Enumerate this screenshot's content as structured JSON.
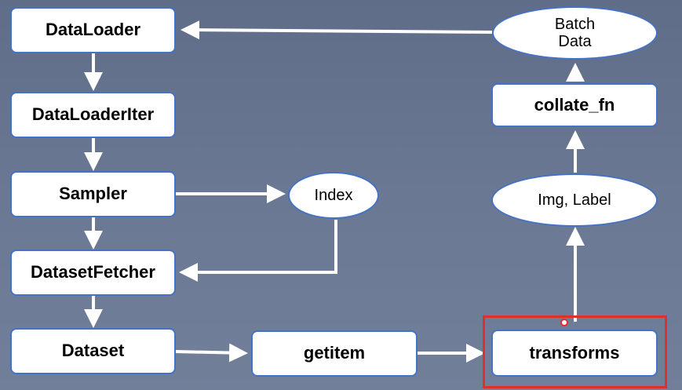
{
  "nodes": {
    "dataloader": "DataLoader",
    "dataloaderiter": "DataLoaderIter",
    "sampler": "Sampler",
    "datasetfetcher": "DatasetFetcher",
    "dataset": "Dataset",
    "getitem": "getitem",
    "transforms": "transforms",
    "img_label": "Img, Label",
    "collate_fn": "collate_fn",
    "batch_data": "Batch Data",
    "index": "Index"
  },
  "colors": {
    "background_top": "#5f6d89",
    "background_bottom": "#717f99",
    "node_fill": "#ffffff",
    "node_border": "#4472c4",
    "arrow": "#ffffff",
    "highlight": "#e0302c"
  }
}
